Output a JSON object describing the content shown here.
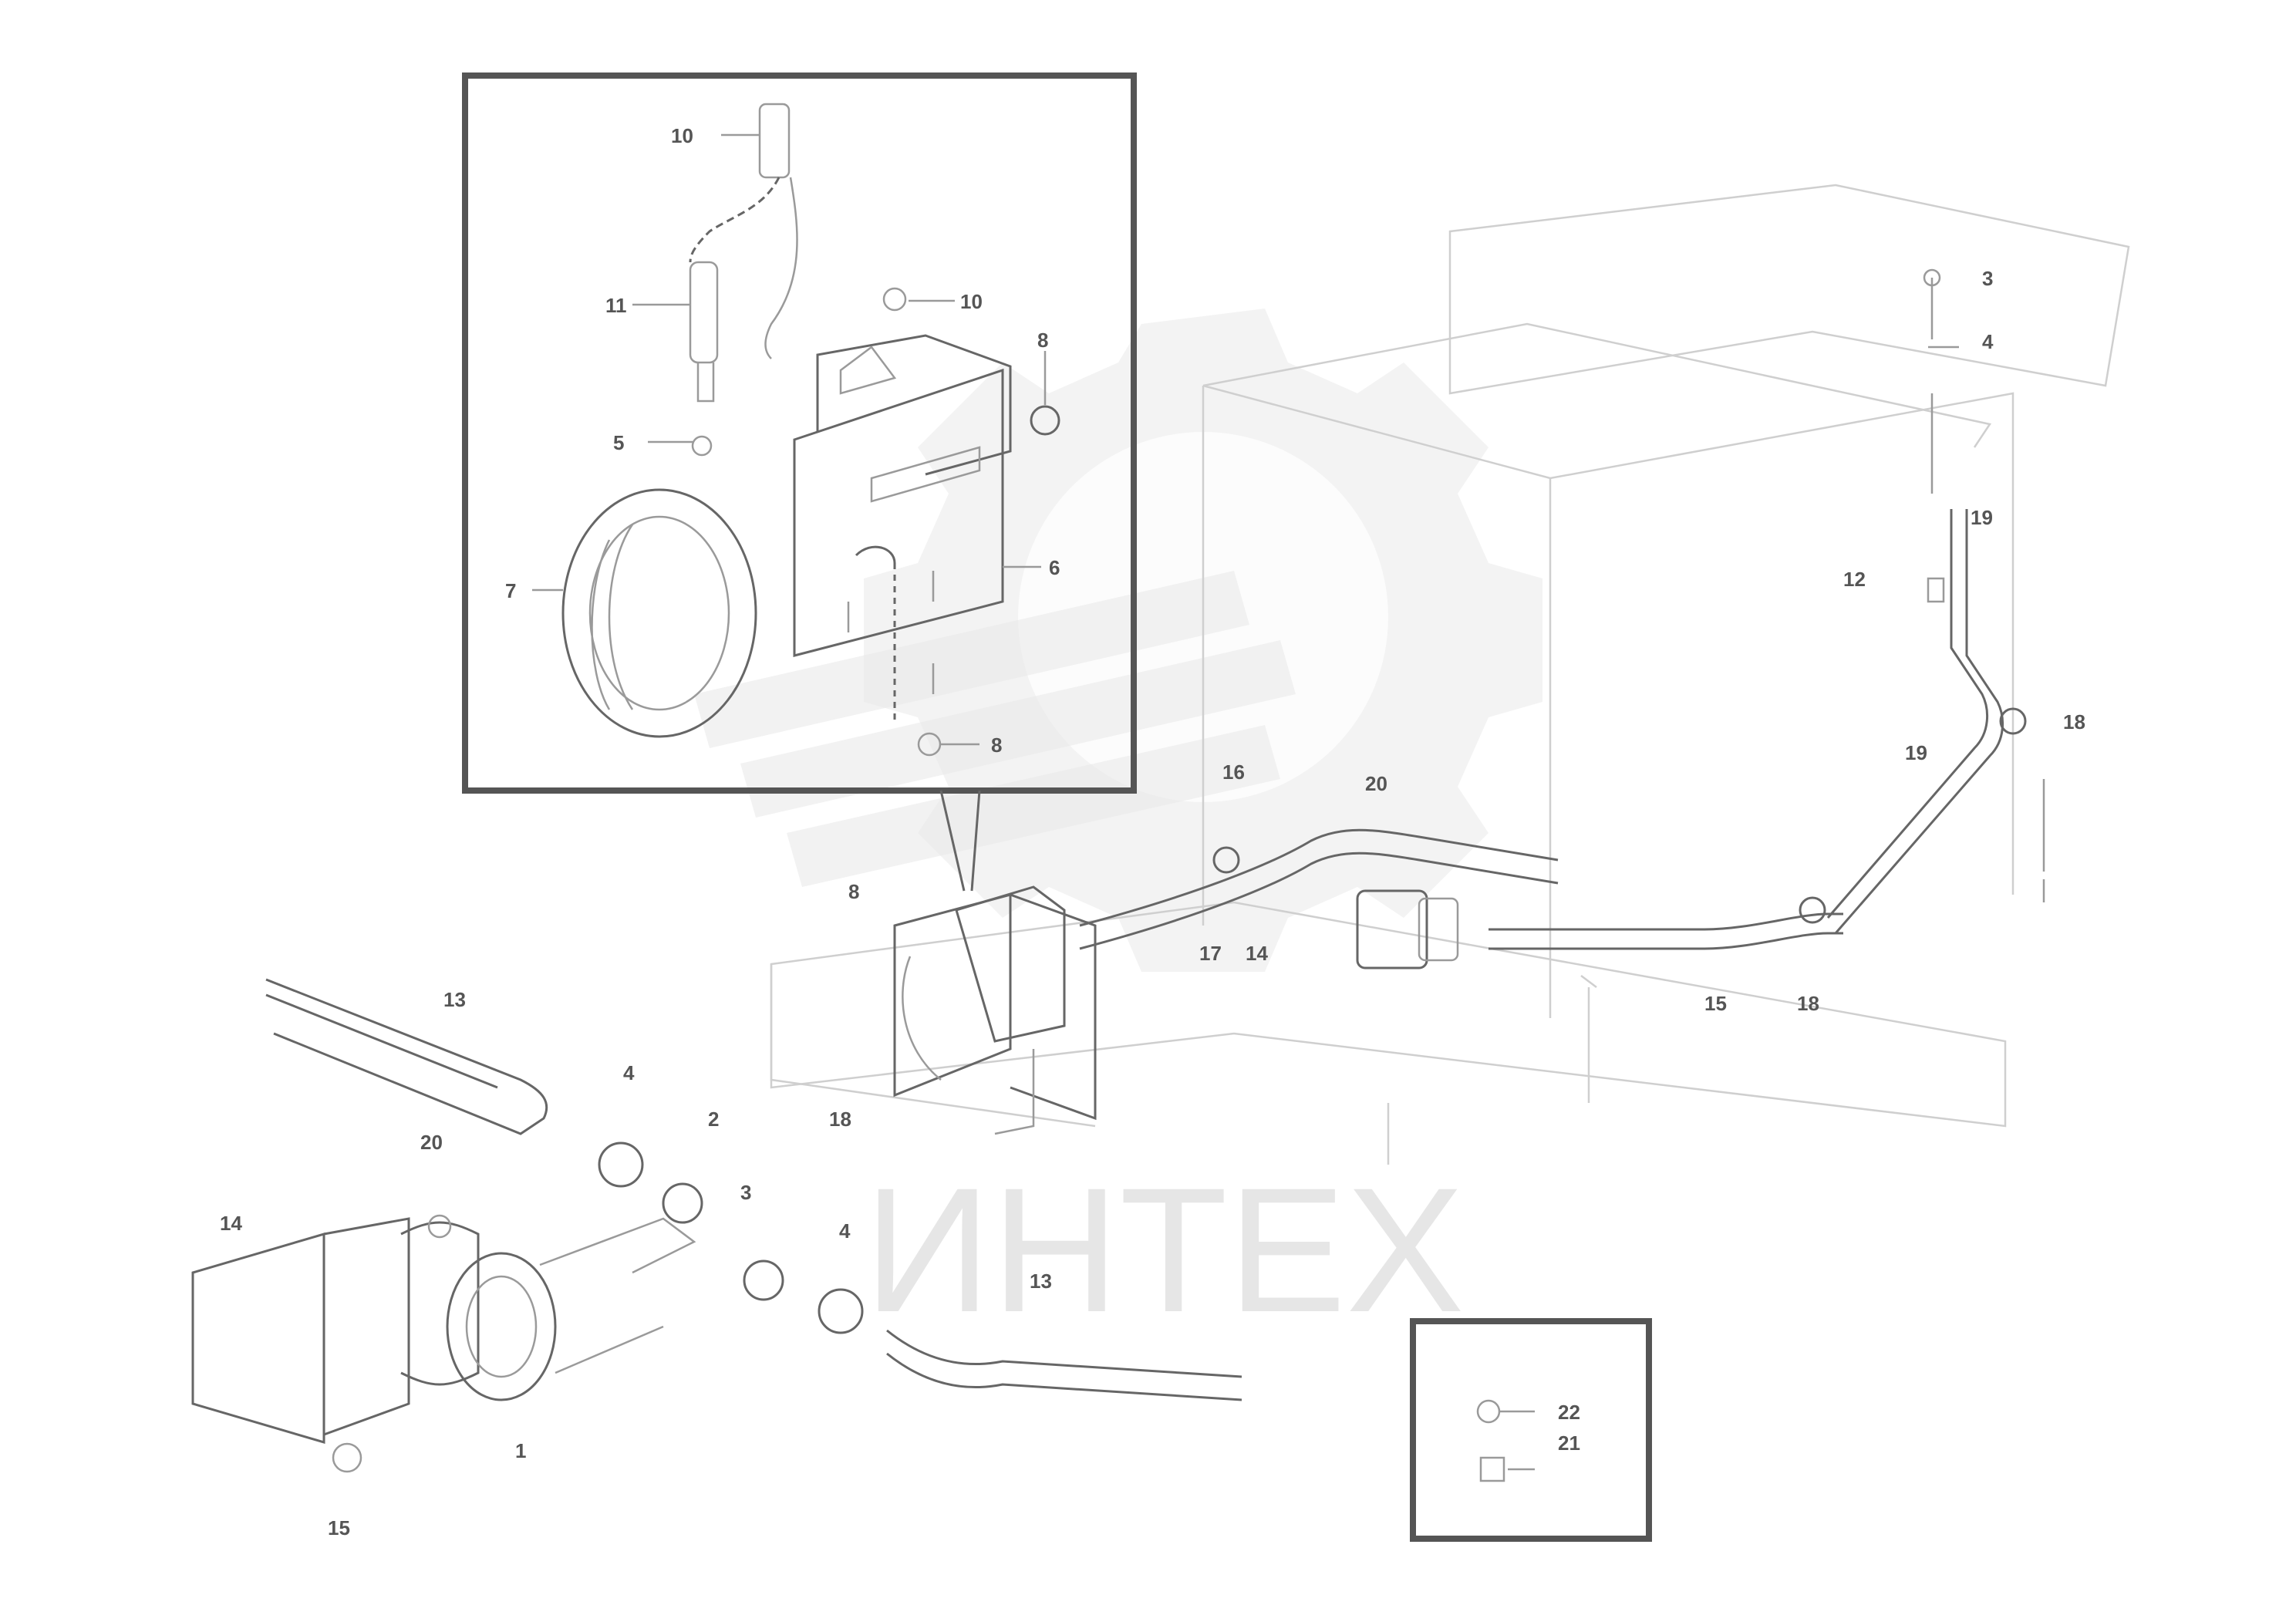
{
  "watermark": {
    "text": "ИНТЕХ"
  },
  "reference": {
    "line1": "",
    "line2": "",
    "line3": ""
  },
  "callouts": [
    {
      "id": "c-top-1",
      "text": "10"
    },
    {
      "id": "c-top-2",
      "text": "11"
    },
    {
      "id": "c-top-3",
      "text": "5"
    },
    {
      "id": "c-top-4",
      "text": "7"
    },
    {
      "id": "c-top-5",
      "text": "10"
    },
    {
      "id": "c-top-6",
      "text": "8"
    },
    {
      "id": "c-top-7",
      "text": "6"
    },
    {
      "id": "c-top-8",
      "text": "8"
    },
    {
      "id": "c-mid-1",
      "text": "16"
    },
    {
      "id": "c-mid-2",
      "text": "20"
    },
    {
      "id": "c-mid-3",
      "text": "17"
    },
    {
      "id": "c-mid-4",
      "text": "14"
    },
    {
      "id": "c-mid-5",
      "text": "15"
    },
    {
      "id": "c-mid-6",
      "text": "18"
    },
    {
      "id": "c-mid-7",
      "text": "8"
    },
    {
      "id": "c-mid-8",
      "text": "18"
    },
    {
      "id": "c-r-1",
      "text": "3"
    },
    {
      "id": "c-r-2",
      "text": "4"
    },
    {
      "id": "c-r-3",
      "text": "19"
    },
    {
      "id": "c-r-4",
      "text": "12"
    },
    {
      "id": "c-r-5",
      "text": "18"
    },
    {
      "id": "c-r-6",
      "text": "19"
    },
    {
      "id": "c-l-1",
      "text": "13"
    },
    {
      "id": "c-l-2",
      "text": "4"
    },
    {
      "id": "c-l-3",
      "text": "2"
    },
    {
      "id": "c-l-4",
      "text": "20"
    },
    {
      "id": "c-l-5",
      "text": "14"
    },
    {
      "id": "c-l-6",
      "text": "3"
    },
    {
      "id": "c-l-7",
      "text": "4"
    },
    {
      "id": "c-l-8",
      "text": "1"
    },
    {
      "id": "c-l-9",
      "text": "15"
    },
    {
      "id": "c-l-10",
      "text": "13"
    },
    {
      "id": "c-box-1",
      "text": "22"
    },
    {
      "id": "c-box-2",
      "text": "21"
    }
  ]
}
